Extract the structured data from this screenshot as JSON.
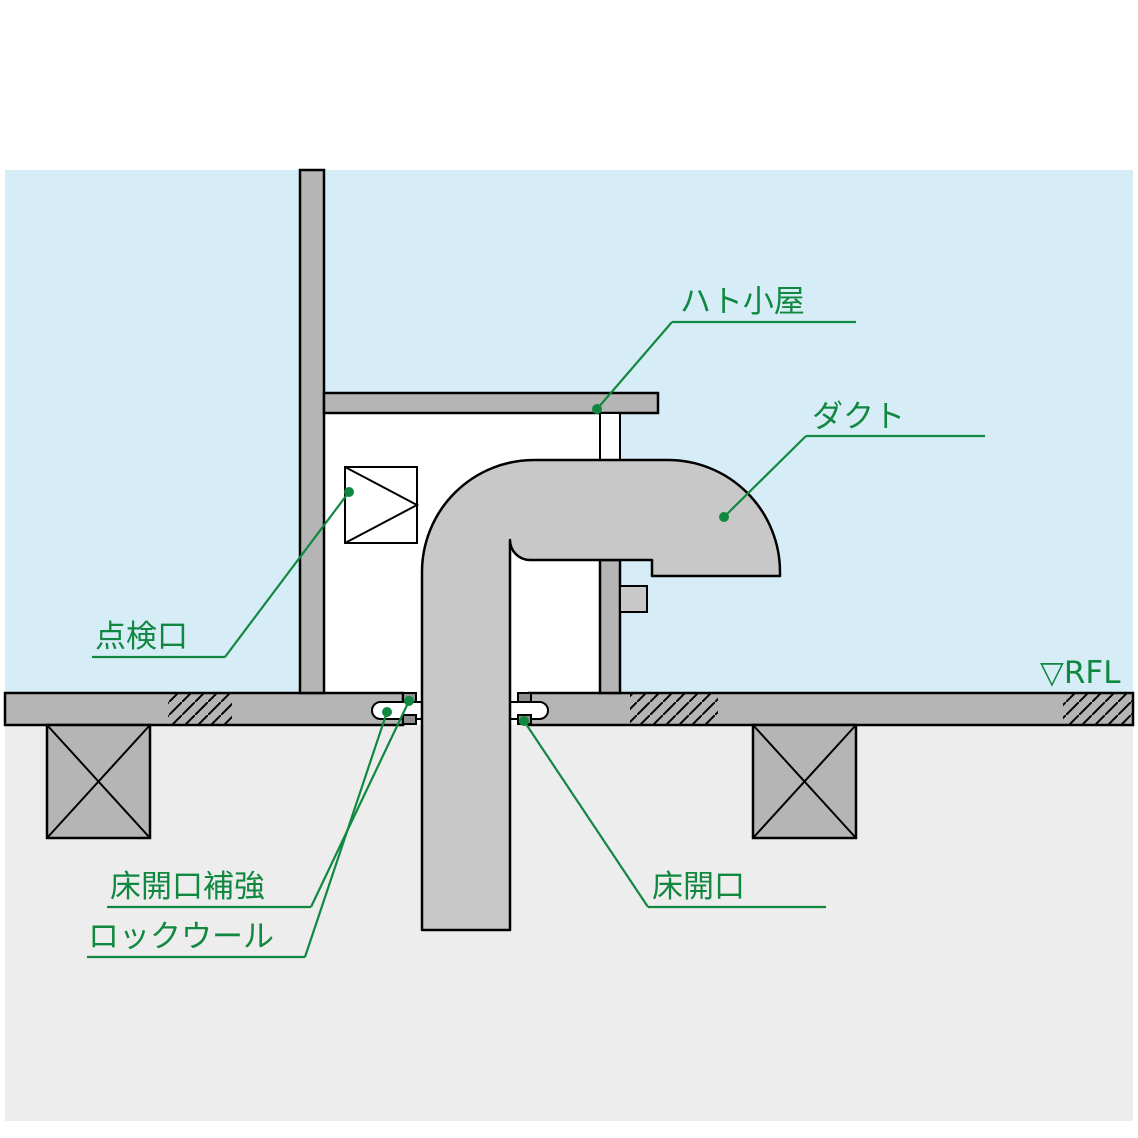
{
  "diagram": {
    "type": "architectural-detail-section",
    "subject": "Duct penetration through roof floor with rooftop hut (hato-goya)"
  },
  "labels": {
    "hatogoya": "ハト小屋",
    "duct": "ダクト",
    "inspection_port": "点検口",
    "rfl": "▽RFL",
    "floor_opening_reinforcement": "床開口補強",
    "rock_wool": "ロックウール",
    "floor_opening": "床開口"
  },
  "colors": {
    "annotation_green": "#11883f",
    "sky": "#d6edf8",
    "ground": "#ededed",
    "structure_gray": "#b5b5b5",
    "duct_gray": "#c8c8c8",
    "angle_gray": "#909090",
    "outline": "#000000",
    "white": "#ffffff"
  }
}
